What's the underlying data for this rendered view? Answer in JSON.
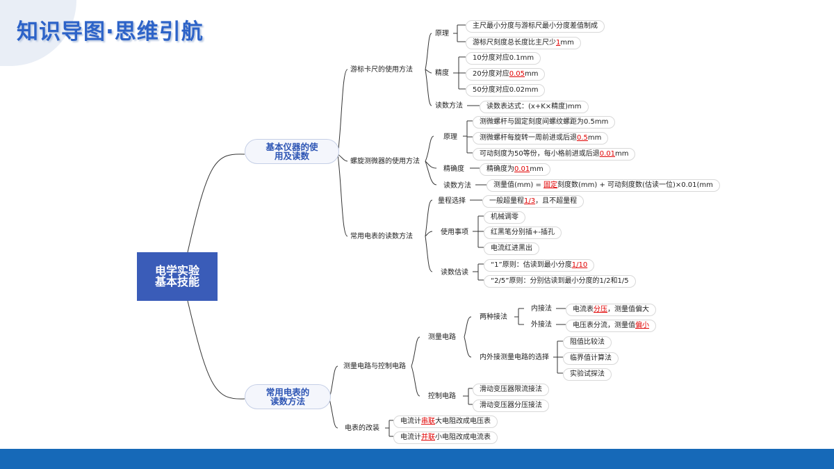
{
  "page_title": "知识导图·思维引航",
  "root": {
    "line1": "电学实验",
    "line2": "基本技能"
  },
  "branch1": {
    "label_line1": "基本仪器的使",
    "label_line2": "用及读数",
    "caliper": {
      "label": "游标卡尺的使用方法",
      "principle": {
        "label": "原理",
        "l1": "主尺最小分度与游标尺最小分度差值制成",
        "l2_pre": "游标尺刻度总长度比主尺少",
        "l2_hl": "1",
        "l2_post": "mm"
      },
      "precision": {
        "label": "精度",
        "p1": "10分度对应0.1mm",
        "p2_pre": "20分度对应",
        "p2_hl": "0.05",
        "p2_post": "mm",
        "p3": "50分度对应0.02mm"
      },
      "reading": {
        "label": "读数方法",
        "formula": "读数表达式：(x+K×精度)mm"
      }
    },
    "micrometer": {
      "label": "螺旋测微器的使用方法",
      "principle": {
        "label": "原理",
        "l1": "测微螺杆与固定刻度间螺纹螺距为0.5mm",
        "l2_pre": "测微螺杆每旋转一周前进或后退",
        "l2_hl": "0.5",
        "l2_post": "mm",
        "l3_pre": "可动刻度为50等份，每小格前进或后退",
        "l3_hl": "0.01",
        "l3_post": "mm"
      },
      "precision": {
        "label": "精确度",
        "pre": "精确度为",
        "hl": "0.01",
        "post": "mm"
      },
      "reading": {
        "label": "读数方法",
        "pre": "测量值(mm) = ",
        "hl": "固定",
        "post": "刻度数(mm) + 可动刻度数(估读一位)×0.01(mm"
      }
    },
    "meter": {
      "label": "常用电表的读数方法",
      "range": {
        "label": "量程选择",
        "pre": "一般超量程",
        "hl": "1/3",
        "post": "，且不超量程"
      },
      "notes": {
        "label": "使用事项",
        "n1": "机械调零",
        "n2": "红黑笔分别插+-插孔",
        "n3": "电流红进黑出"
      },
      "estimate": {
        "label": "读数估读",
        "e1_pre": "“1”原则：估读到最小分度",
        "e1_hl": "1/10",
        "e2": "“2/5”原则：分别估读到最小分度的1/2和1/5"
      }
    }
  },
  "branch2": {
    "label_line1": "常用电表的",
    "label_line2": "读数方法",
    "circuits": {
      "label": "测量电路与控制电路",
      "measure": {
        "label": "测量电路",
        "two": {
          "label": "两种接法",
          "inner": {
            "label": "内接法",
            "pre": "电流表",
            "hl": "分压",
            "post": "，测量值偏大"
          },
          "outer": {
            "label": "外接法",
            "pre": "电压表分流，测量值",
            "hl": "偏小",
            "post": ""
          }
        },
        "choice": {
          "label": "内外接测量电路的选择",
          "c1": "阻值比较法",
          "c2": "临界值计算法",
          "c3": "实验试探法"
        }
      },
      "control": {
        "label": "控制电路",
        "k1": "滑动变压器限流接法",
        "k2": "滑动变压器分压接法"
      }
    },
    "refit": {
      "label": "电表的改装",
      "r1_pre": "电流计",
      "r1_hl": "串联",
      "r1_post": "大电阻改成电压表",
      "r2_pre": "电流计",
      "r2_hl": "并联",
      "r2_post": "小电阻改成电流表"
    }
  }
}
